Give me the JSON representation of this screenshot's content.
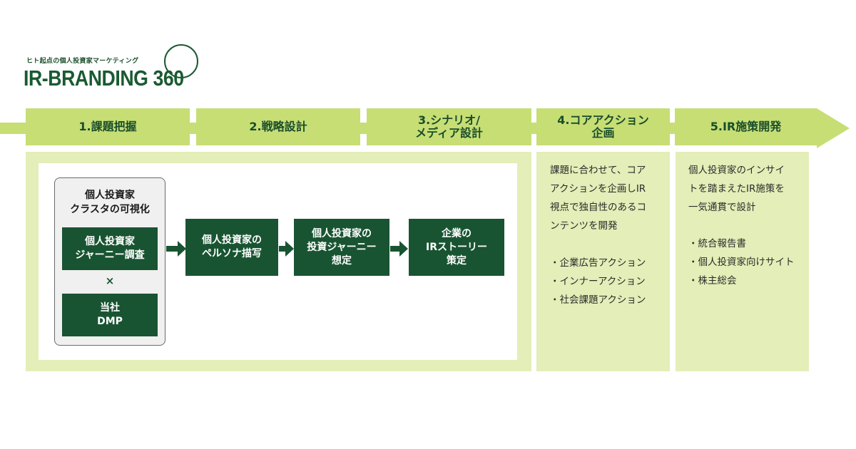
{
  "logo": {
    "subtitle": "ヒト起点の個人投資家マーケティング",
    "title": "IR-BRANDING 360"
  },
  "process": {
    "steps": [
      {
        "label": "1.課題把握"
      },
      {
        "label": "2.戦略設計"
      },
      {
        "label": "3.シナリオ/\nメディア設計"
      },
      {
        "label": "4.コアアクション\n企画"
      },
      {
        "label": "5.IR施策開発"
      }
    ]
  },
  "panel1": {
    "cluster_title": "個人投資家\nクラスタの可視化",
    "journey_box": "個人投資家\nジャーニー調査",
    "times_symbol": "×",
    "dmp_box": "当社\nDMP",
    "flow": [
      {
        "label": "個人投資家の\nペルソナ描写"
      },
      {
        "label": "個人投資家の\n投資ジャーニー\n想定"
      },
      {
        "label": "企業の\nIRストーリー\n策定"
      }
    ]
  },
  "panel4": {
    "description": "課題に合わせて、コア\nアクションを企画しIR\n視点で独自性のあるコ\nンテンツを開発",
    "items": [
      "・企業広告アクション",
      "・インナーアクション",
      "・社会課題アクション"
    ]
  },
  "panel5": {
    "description": "個人投資家のインサイ\nトを踏まえたIR施策を\n一気通貫で設計",
    "items": [
      "・統合報告書",
      "・個人投資家向けサイト",
      "・株主総会"
    ]
  },
  "colors": {
    "dark_green": "#195432",
    "tab_green": "#c7de75",
    "panel_green": "#e3eeb8",
    "cluster_gray": "#f0f0f0"
  }
}
